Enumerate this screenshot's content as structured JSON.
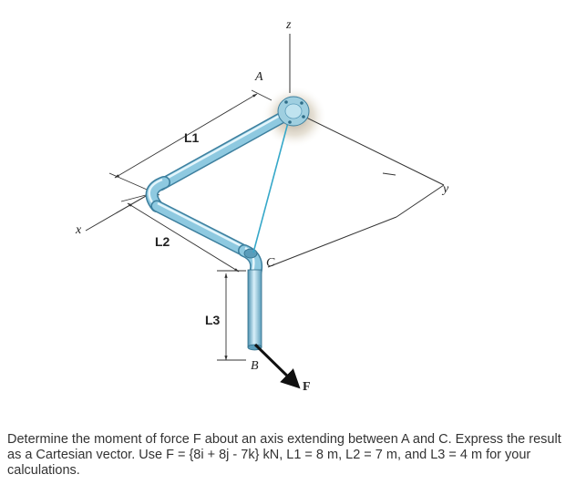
{
  "figure": {
    "points": {
      "A": "A",
      "B": "B",
      "C": "C"
    },
    "axes": {
      "x": "x",
      "y": "y",
      "z": "z"
    },
    "force_label": "F",
    "dimensions": {
      "L1": "L1",
      "L2": "L2",
      "L3": "L3"
    }
  },
  "problem": {
    "text": "Determine the moment of force F about an axis extending between A and C. Express the result as a Cartesian vector. Use F = {8i + 8j - 7k} kN, L1 = 8 m, L2 = 7 m, and L3 = 4 m for your calculations."
  },
  "colors": {
    "pipe": "#8ec9e0",
    "pipe_dark": "#4a8fae",
    "cable": "#36a8c9",
    "flange": "#9fcfe0",
    "line": "#333333"
  }
}
